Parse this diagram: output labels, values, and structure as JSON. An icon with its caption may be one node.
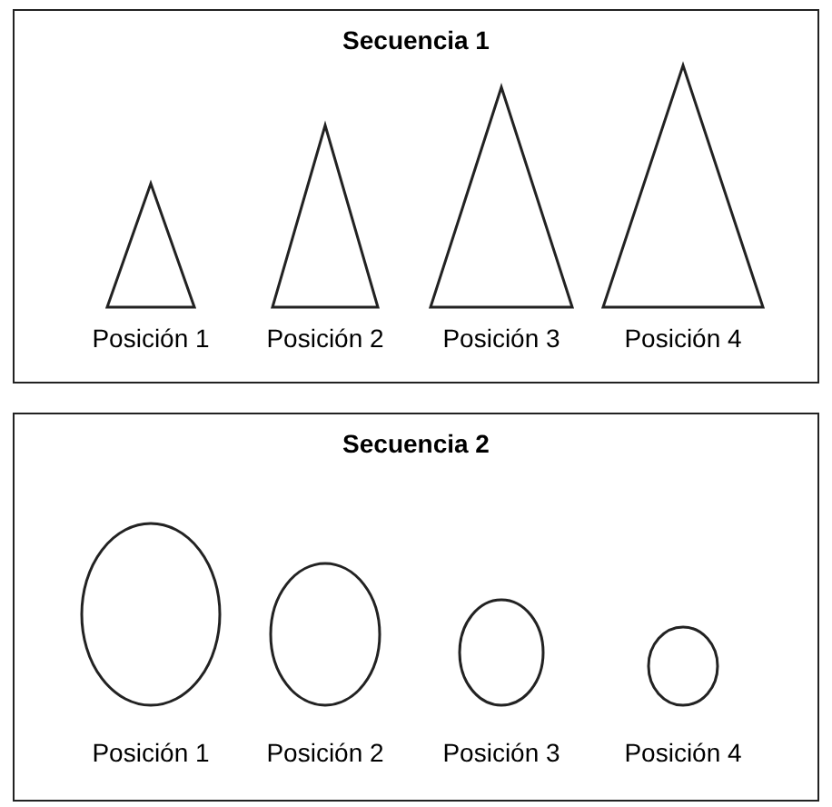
{
  "diagram": {
    "nodes": [
      {
        "text": [
          "Secuencia 1"
        ]
      },
      {
        "text": [],
        "shape": "triangle",
        "in": 0,
        "beside": [
          "Posición 1"
        ]
      },
      {
        "text": [],
        "shape": "triangle",
        "in": 0,
        "beside": [
          "Posición 2"
        ]
      },
      {
        "text": [],
        "shape": "triangle",
        "in": 0,
        "beside": [
          "Posición 3"
        ]
      },
      {
        "text": [],
        "shape": "triangle",
        "in": 0,
        "beside": [
          "Posición 4"
        ]
      },
      {
        "text": [
          "Secuencia 2"
        ]
      },
      {
        "text": [],
        "shape": "circle",
        "in": 5,
        "beside": [
          "Posición 1"
        ]
      },
      {
        "text": [],
        "shape": "circle",
        "in": 5,
        "beside": [
          "Posición 2"
        ]
      },
      {
        "text": [],
        "shape": "circle",
        "in": 5,
        "beside": [
          "Posición 3"
        ]
      },
      {
        "text": [],
        "shape": "circle",
        "in": 5,
        "beside": [
          "Posición 4"
        ]
      }
    ]
  }
}
